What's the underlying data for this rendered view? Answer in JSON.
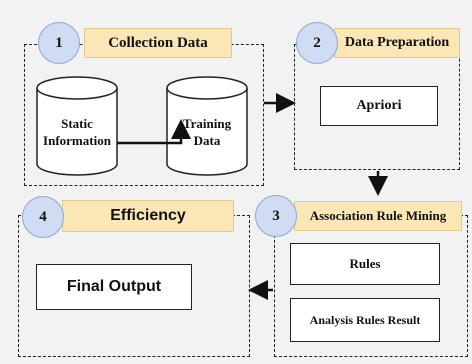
{
  "stages": [
    {
      "number": "1",
      "title": "Collection Data"
    },
    {
      "number": "2",
      "title": "Data Preparation"
    },
    {
      "number": "3",
      "title": "Association Rule Mining"
    },
    {
      "number": "4",
      "title": "Efficiency"
    }
  ],
  "collection": {
    "static_line1": "Static",
    "static_line2": "Information",
    "training_line1": "Training",
    "training_line2": "Data"
  },
  "preparation": {
    "apriori": "Apriori"
  },
  "mining": {
    "rules": "Rules",
    "analysis": "Analysis Rules Result"
  },
  "efficiency": {
    "final_output": "Final Output"
  }
}
